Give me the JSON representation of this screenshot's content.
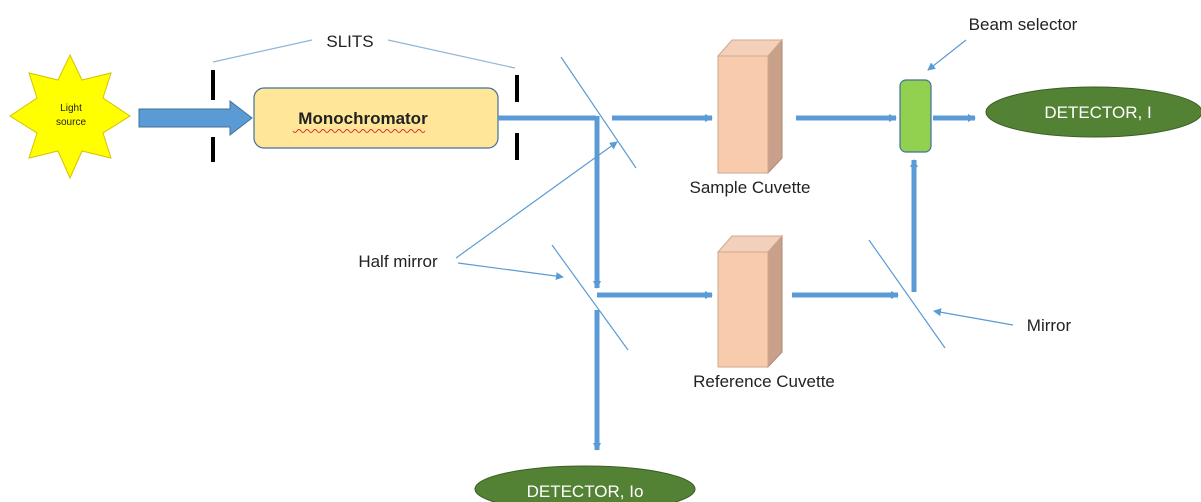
{
  "labels": {
    "light_source_line1": "Light",
    "light_source_line2": "source",
    "slits": "SLITS",
    "monochromator": "Monochromator",
    "sample_cuvette": "Sample Cuvette",
    "reference_cuvette": "Reference Cuvette",
    "half_mirror": "Half mirror",
    "mirror": "Mirror",
    "beam_selector": "Beam selector",
    "detector_i": "DETECTOR, I",
    "detector_io": "DETECTOR, Io"
  },
  "colors": {
    "beam": "#5b9bd5",
    "beam_edge": "#41719c",
    "star": "#ffff00",
    "monochromator": "#ffe699",
    "cuvette_front": "#f8cbad",
    "cuvette_side": "#c9a08a",
    "beam_selector": "#92d050",
    "detector": "#548235"
  }
}
